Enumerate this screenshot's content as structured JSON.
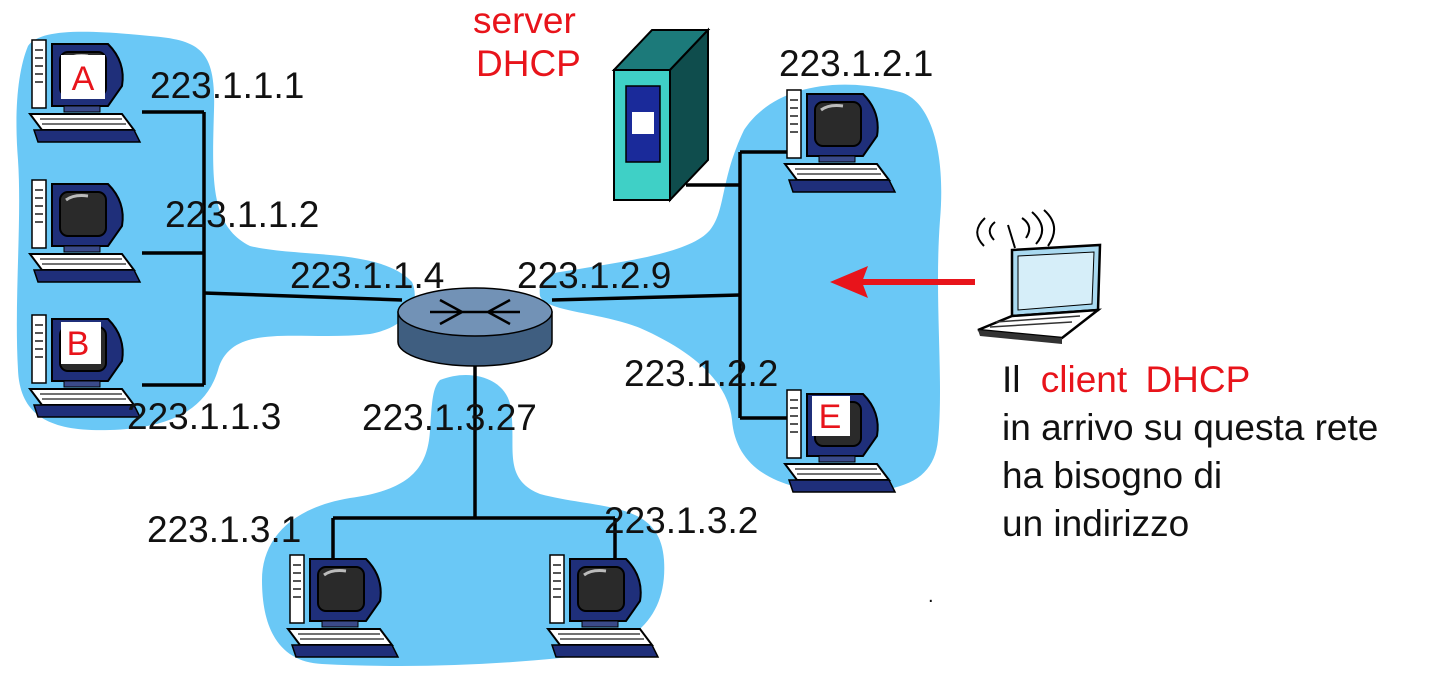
{
  "colors": {
    "subnet_fill": "#6ac8f6",
    "accent_red": "#e8141b",
    "link": "#000000",
    "router": "#4f6f8f"
  },
  "server": {
    "label_line1": "server",
    "label_line2": "DHCP",
    "icon": "server-tower-icon"
  },
  "router": {
    "icon": "router-icon",
    "interfaces": {
      "subnet1": "223.1.1.4",
      "subnet2": "223.1.2.9",
      "subnet3": "223.1.3.27"
    }
  },
  "hosts": {
    "h1": {
      "tag": "A",
      "ip": "223.1.1.1"
    },
    "h2": {
      "ip": "223.1.1.2"
    },
    "h3": {
      "tag": "B",
      "ip": "223.1.1.3"
    },
    "h4": {
      "ip": "223.1.2.1"
    },
    "h5": {
      "tag": "E",
      "ip": "223.1.2.2"
    },
    "h6": {
      "ip": "223.1.3.1"
    },
    "h7": {
      "ip": "223.1.3.2"
    }
  },
  "client": {
    "icon": "laptop-wireless-icon",
    "text_il": "Il",
    "text_client": "client",
    "text_dhcp": "DHCP",
    "line2": "in arrivo su questa rete",
    "line3": "ha bisogno di",
    "line4": "un indirizzo"
  },
  "stray_mark": "."
}
